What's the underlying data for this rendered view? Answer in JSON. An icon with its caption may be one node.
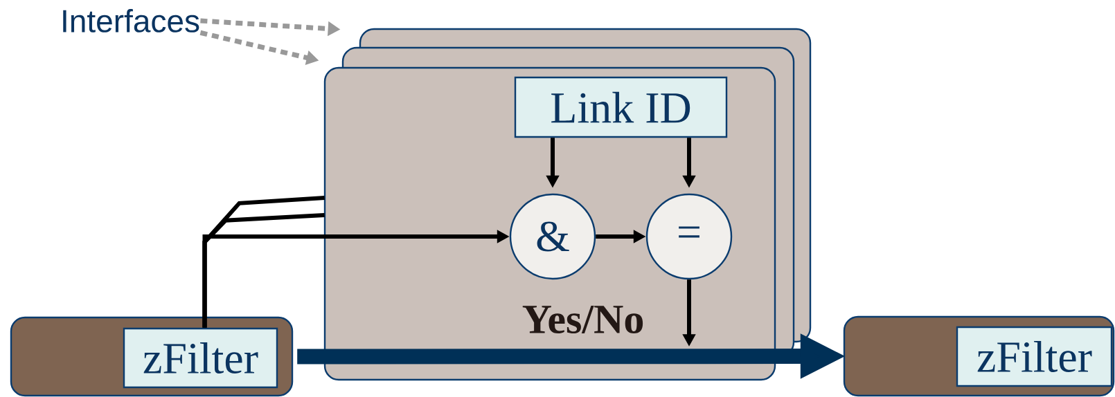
{
  "diagram": {
    "nodes": [
      {
        "text": [
          "Interfaces"
        ]
      },
      {
        "text": [],
        "shape": "box"
      },
      {
        "text": [
          "Link ID"
        ],
        "in": 1
      },
      {
        "text": [
          "&"
        ],
        "in": 1
      },
      {
        "text": [
          "="
        ],
        "in": 1
      },
      {
        "text": [],
        "shape": "box"
      },
      {
        "text": [
          "zFilter"
        ],
        "in": 5
      },
      {
        "text": [],
        "shape": "box"
      },
      {
        "text": [
          "zFilter"
        ],
        "in": 7
      }
    ],
    "edges": [
      {
        "from": 0,
        "to": 1,
        "arrow": "to",
        "style": "dashed",
        "color": "#999999"
      },
      {
        "from": 0,
        "to": 1,
        "arrow": "to",
        "style": "dashed",
        "color": "#999999"
      },
      {
        "from": 2,
        "to": 3,
        "arrow": "to"
      },
      {
        "from": 2,
        "to": 4,
        "arrow": "to"
      },
      {
        "from": 3,
        "to": 4,
        "arrow": "to"
      },
      {
        "from": 6,
        "to": 3,
        "arrow": "to"
      },
      {
        "from": 6,
        "to": 1,
        "arrow": "none"
      },
      {
        "from": 6,
        "to": 1,
        "arrow": "none"
      },
      {
        "from": 4,
        "to": null,
        "arrow": "to"
      },
      {
        "from": 5,
        "to": 7,
        "arrow": "to",
        "style": "thick",
        "color": "#003057"
      }
    ],
    "labels": [
      "Yes/No"
    ]
  }
}
